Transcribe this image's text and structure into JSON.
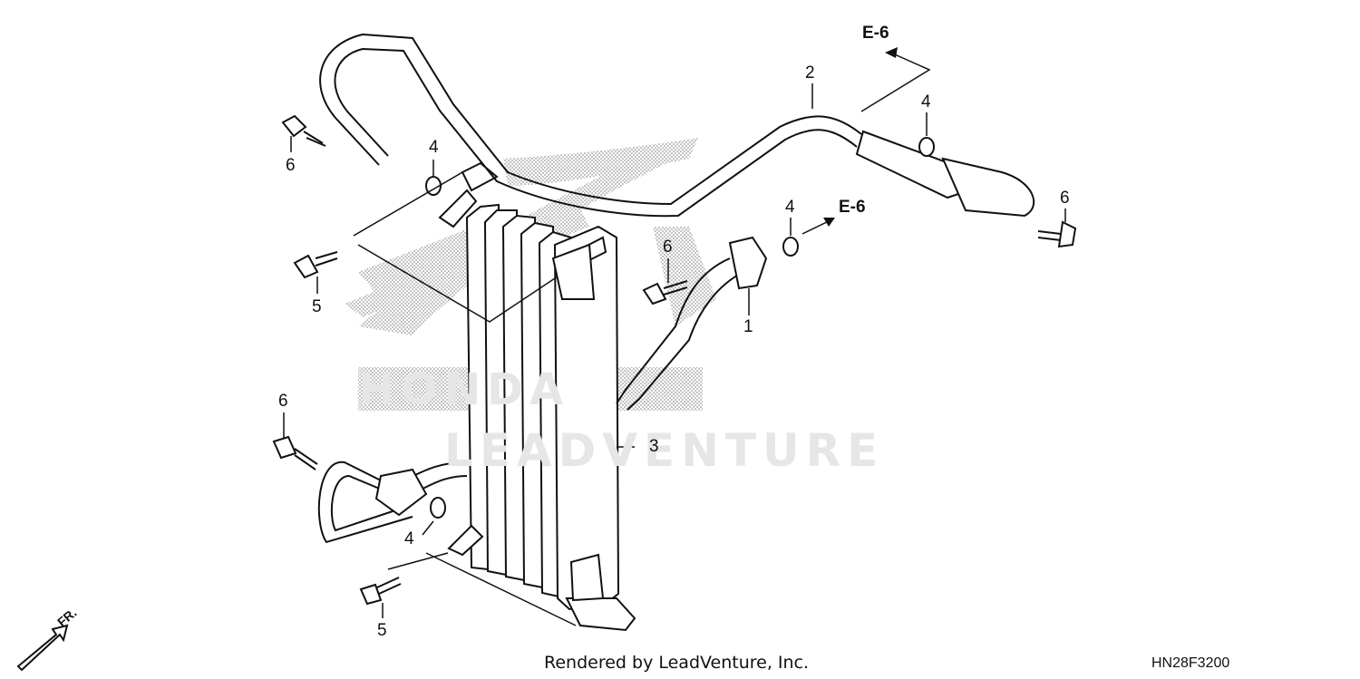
{
  "callouts": [
    {
      "id": "p1",
      "text": "1"
    },
    {
      "id": "p2",
      "text": "2"
    },
    {
      "id": "p3",
      "text": "3"
    },
    {
      "id": "p4a",
      "text": "4"
    },
    {
      "id": "p4b",
      "text": "4"
    },
    {
      "id": "p4c",
      "text": "4"
    },
    {
      "id": "p4d",
      "text": "4"
    },
    {
      "id": "p5a",
      "text": "5"
    },
    {
      "id": "p5b",
      "text": "5"
    },
    {
      "id": "p6a",
      "text": "6"
    },
    {
      "id": "p6b",
      "text": "6"
    },
    {
      "id": "p6c",
      "text": "6"
    },
    {
      "id": "p6d",
      "text": "6"
    }
  ],
  "references": {
    "upper": "E-6",
    "middle": "E-6"
  },
  "front_marker": "FR.",
  "watermark_brand": "HONDA",
  "watermark_text": "LEADVENTURE",
  "footer": "Rendered by LeadVenture, Inc.",
  "diagram_code": "HN28F3200"
}
